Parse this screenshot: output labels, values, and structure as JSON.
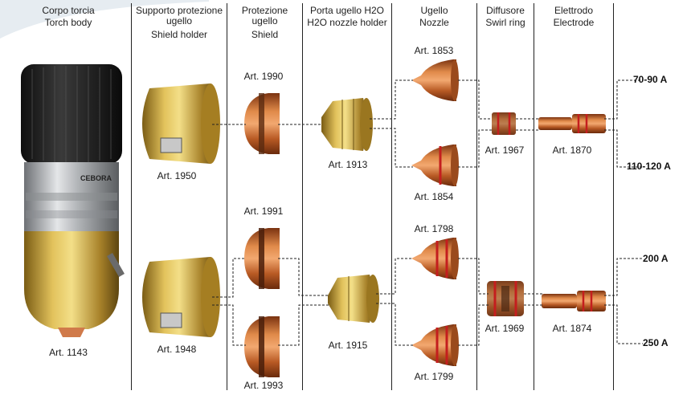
{
  "columns": [
    {
      "line1": "Corpo torcia",
      "line2": "Torch body",
      "line3": ""
    },
    {
      "line1": "Supporto protezione",
      "line2": "ugello",
      "line3": "Shield holder"
    },
    {
      "line1": "Protezione",
      "line2": "ugello",
      "line3": "Shield"
    },
    {
      "line1": "Porta ugello H2O",
      "line2": "H2O nozzle holder",
      "line3": ""
    },
    {
      "line1": "Ugello",
      "line2": "Nozzle",
      "line3": ""
    },
    {
      "line1": "Diffusore",
      "line2": "Swirl ring",
      "line3": ""
    },
    {
      "line1": "Elettrodo",
      "line2": "Electrode",
      "line3": ""
    }
  ],
  "brand": "CEBORA",
  "articles": {
    "torch": "Art. 1143",
    "holder_a": "Art. 1950",
    "holder_b": "Art. 1948",
    "shield_a": "Art. 1990",
    "shield_b": "Art. 1991",
    "shield_c": "Art. 1993",
    "nozzle_holder_a": "Art. 1913",
    "nozzle_holder_b": "Art. 1915",
    "nozzle_a": "Art. 1853",
    "nozzle_b": "Art. 1854",
    "nozzle_c": "Art. 1798",
    "nozzle_d": "Art. 1799",
    "swirl_a": "Art. 1967",
    "swirl_b": "Art. 1969",
    "electrode_a": "Art. 1870",
    "electrode_b": "Art. 1874"
  },
  "amperages": [
    "70-90 A",
    "110-120 A",
    "200 A",
    "250 A"
  ],
  "colors": {
    "brass": "#b8962e",
    "copper": "#c8682e",
    "oring": "#c41e1e",
    "torch_black": "#1c1c1c",
    "steel": "#b9bcbf"
  }
}
